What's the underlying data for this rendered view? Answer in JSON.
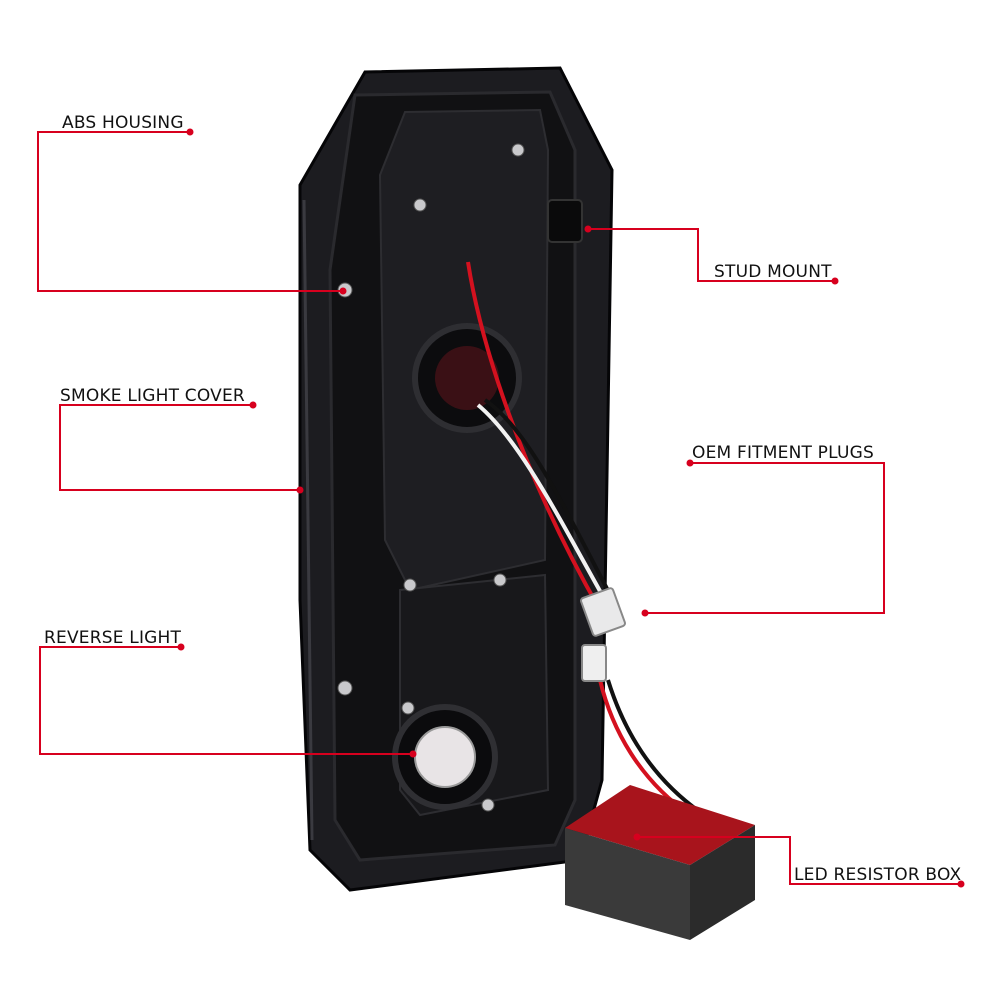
{
  "colors": {
    "callout_line": "#d7001e",
    "dot": "#d7001e",
    "housing": "#141416",
    "lens": "#222226",
    "wire_red": "#d4111f",
    "wire_white": "#f2f2f2",
    "wire_black": "#111111",
    "resistor_body": "#3a3a3a",
    "resistor_top": "#a8141c"
  },
  "labels": {
    "abs_housing": "ABS HOUSING",
    "stud_mount": "STUD MOUNT",
    "smoke_light_cover": "SMOKE LIGHT COVER",
    "oem_fitment_plugs": "OEM FITMENT PLUGS",
    "reverse_light": "REVERSE LIGHT",
    "led_resistor_box": "LED RESISTOR BOX"
  }
}
